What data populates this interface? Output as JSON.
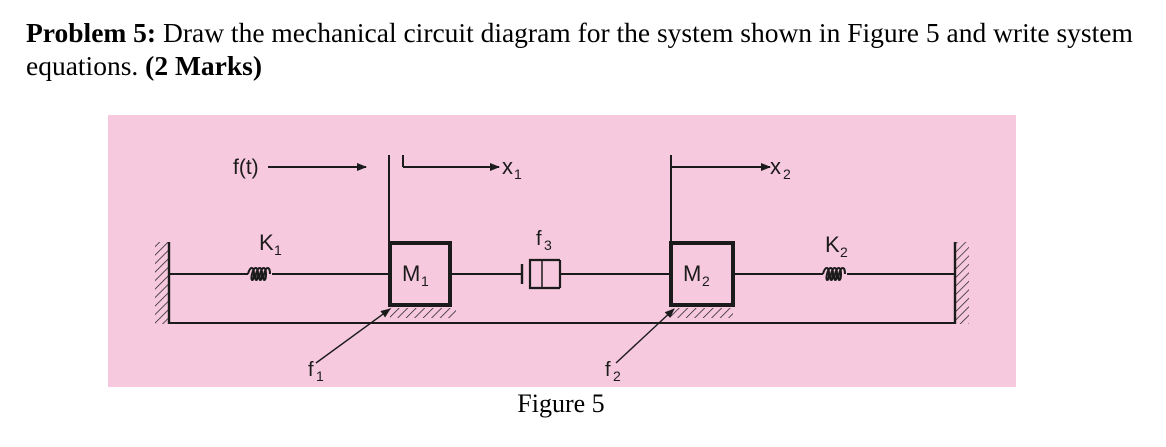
{
  "problem": {
    "heading": "Problem 5:",
    "text_before": " Draw the mechanical circuit diagram for the system shown in Figure 5 and write system equations. ",
    "marks": "(2 Marks)"
  },
  "figure": {
    "caption": "Figure 5",
    "force_label": "f(t)",
    "x1_label": "x",
    "x1_sub": "1",
    "x2_label": "x",
    "x2_sub": "2",
    "k1_label": "K",
    "k1_sub": "1",
    "k2_label": "K",
    "k2_sub": "2",
    "m1_label": "M",
    "m1_sub": "1",
    "m2_label": "M",
    "m2_sub": "2",
    "f1_label": "f",
    "f1_sub": "1",
    "f2_label": "f",
    "f2_sub": "2",
    "f3_label": "f",
    "f3_sub": "3"
  }
}
